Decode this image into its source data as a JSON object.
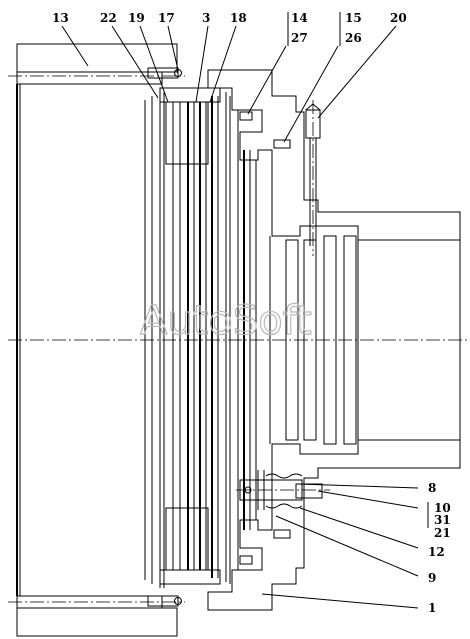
{
  "drawing": {
    "callouts": {
      "c13": "13",
      "c22": "22",
      "c19": "19",
      "c17": "17",
      "c3": "3",
      "c18": "18",
      "c14": "14",
      "c27": "27",
      "c15": "15",
      "c26": "26",
      "c20": "20",
      "c8": "8",
      "c10": "10",
      "c31": "31",
      "c21": "21",
      "c12": "12",
      "c9": "9",
      "c1": "1"
    },
    "watermark": "AutoSoft"
  }
}
